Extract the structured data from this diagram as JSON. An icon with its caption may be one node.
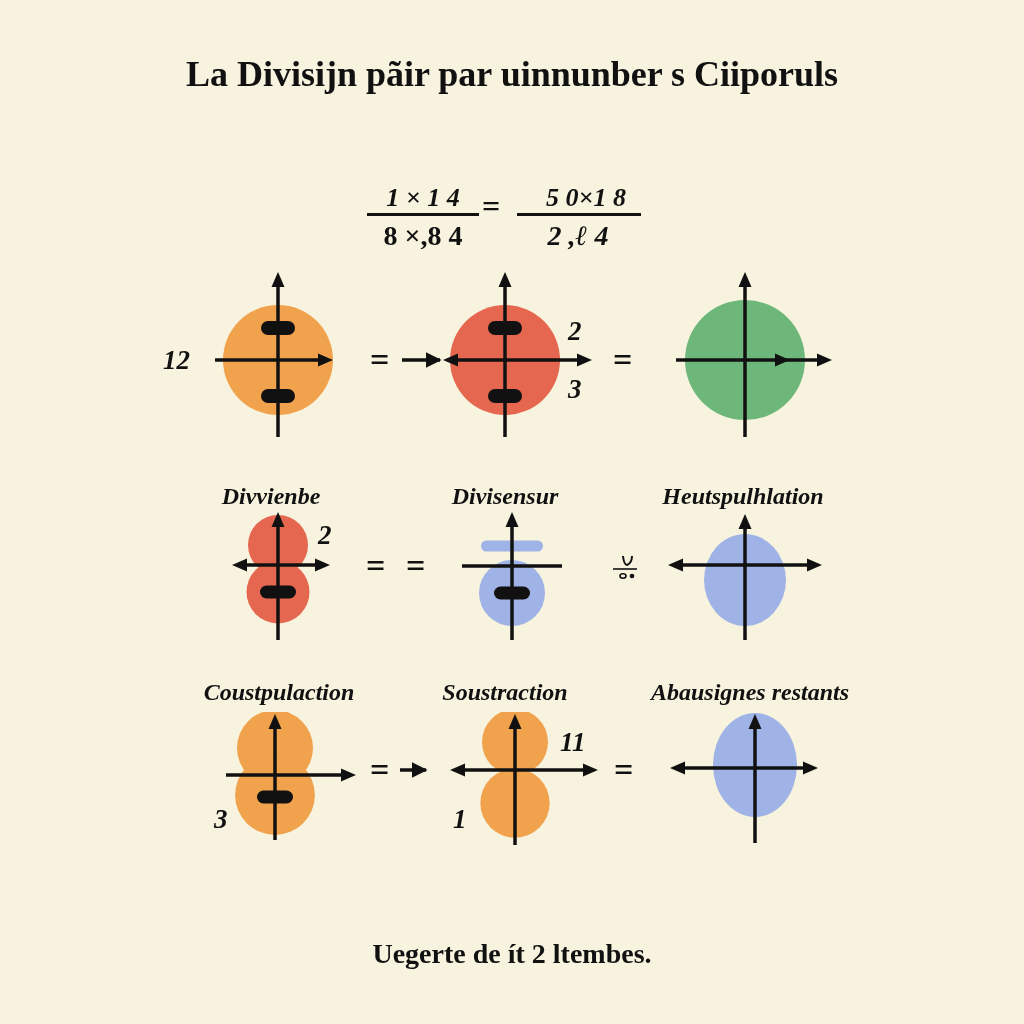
{
  "diagram": {
    "title": "La Divisijn pãir par uinnunber s Ciiporuls",
    "caption": "Uegerte de ít 2 ltembes.",
    "nodes": [
      {
        "text": [],
        "shape": "circle",
        "beside": [
          "12"
        ]
      },
      {
        "text": [
          "2",
          "3"
        ]
      },
      {
        "text": [],
        "shape": "circle"
      },
      {
        "text": [
          "Divvienbe",
          "2"
        ]
      },
      {
        "text": [
          "Divisensur"
        ]
      },
      {
        "text": [
          "Heutspulhlation"
        ]
      },
      {
        "text": [
          "Coustpulaction",
          "3"
        ]
      },
      {
        "text": [
          "Soustraction",
          "11",
          "1"
        ]
      },
      {
        "text": [
          "Abausignes restants"
        ]
      }
    ],
    "edges": [
      {
        "from": null,
        "to": 1,
        "arrow": "to"
      },
      {
        "from": null,
        "to": 7,
        "arrow": "to"
      }
    ],
    "labels": [
      "1 × 1 4",
      "8 ×,8 4",
      "=",
      "5 0×1 8",
      "2 ,ℓ 4",
      "=",
      "=",
      "=",
      "=",
      "=",
      "="
    ]
  }
}
